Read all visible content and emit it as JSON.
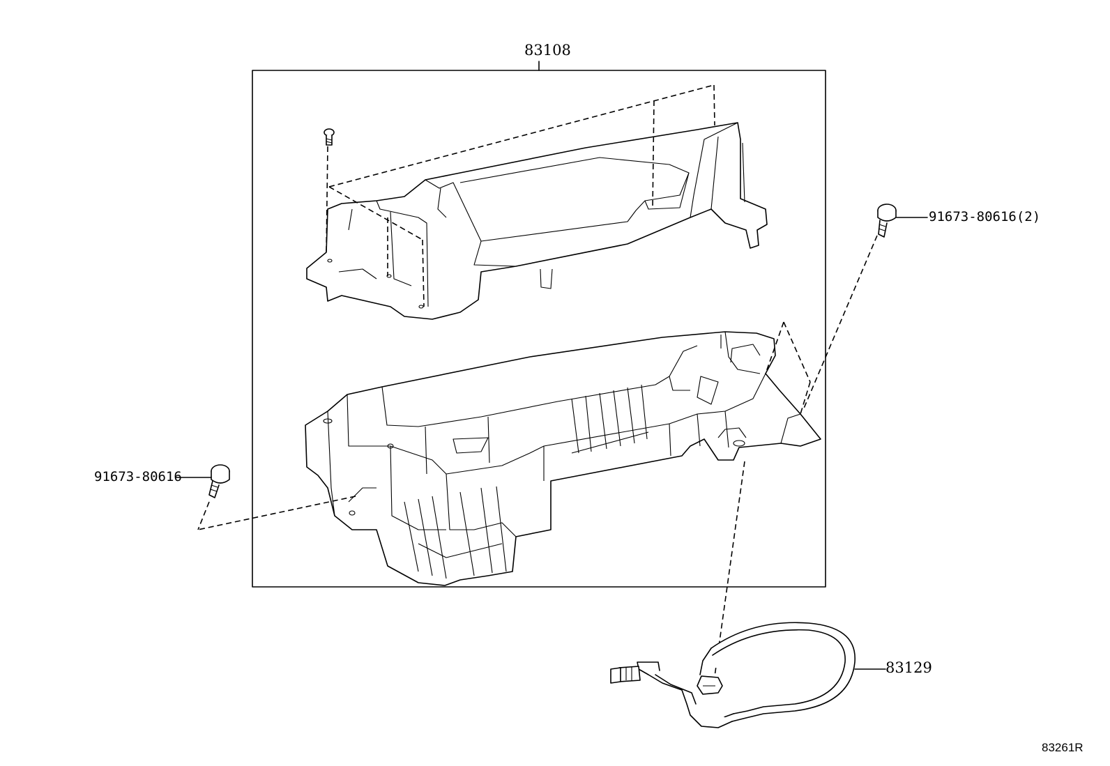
{
  "labels": {
    "assembly": "83108",
    "screw_right": "91673-80616(2)",
    "screw_left": "91673-80616",
    "wire": "83129",
    "figure_ref": "83261R"
  }
}
